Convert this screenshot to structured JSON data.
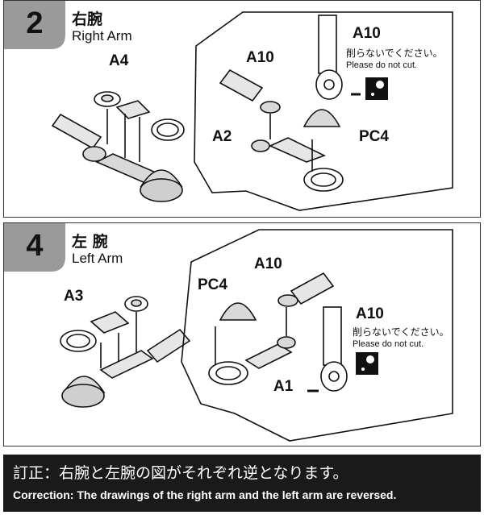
{
  "step2": {
    "number": "2",
    "title_jp": "右腕",
    "title_en": "Right Arm",
    "labels": {
      "a4": "A4",
      "a10": "A10",
      "a2": "A2",
      "pc4": "PC4",
      "a10_note": "A10"
    },
    "note_jp": "削らないでください。",
    "note_en": "Please do not cut."
  },
  "step4": {
    "number": "4",
    "title_jp": "左 腕",
    "title_en": "Left Arm",
    "labels": {
      "a3": "A3",
      "pc4": "PC4",
      "a10": "A10",
      "a1": "A1",
      "a10_note": "A10"
    },
    "note_jp": "削らないでください。",
    "note_en": "Please do not cut."
  },
  "correction": {
    "jp": "訂正：右腕と左腕の図がそれぞれ逆となります。",
    "en": "Correction: The drawings of the right arm and the left arm are reversed."
  },
  "colors": {
    "tab_gray": "#9a9a9a",
    "part_gray": "#d9d9d9",
    "footer_bg": "#1a1a1a"
  }
}
